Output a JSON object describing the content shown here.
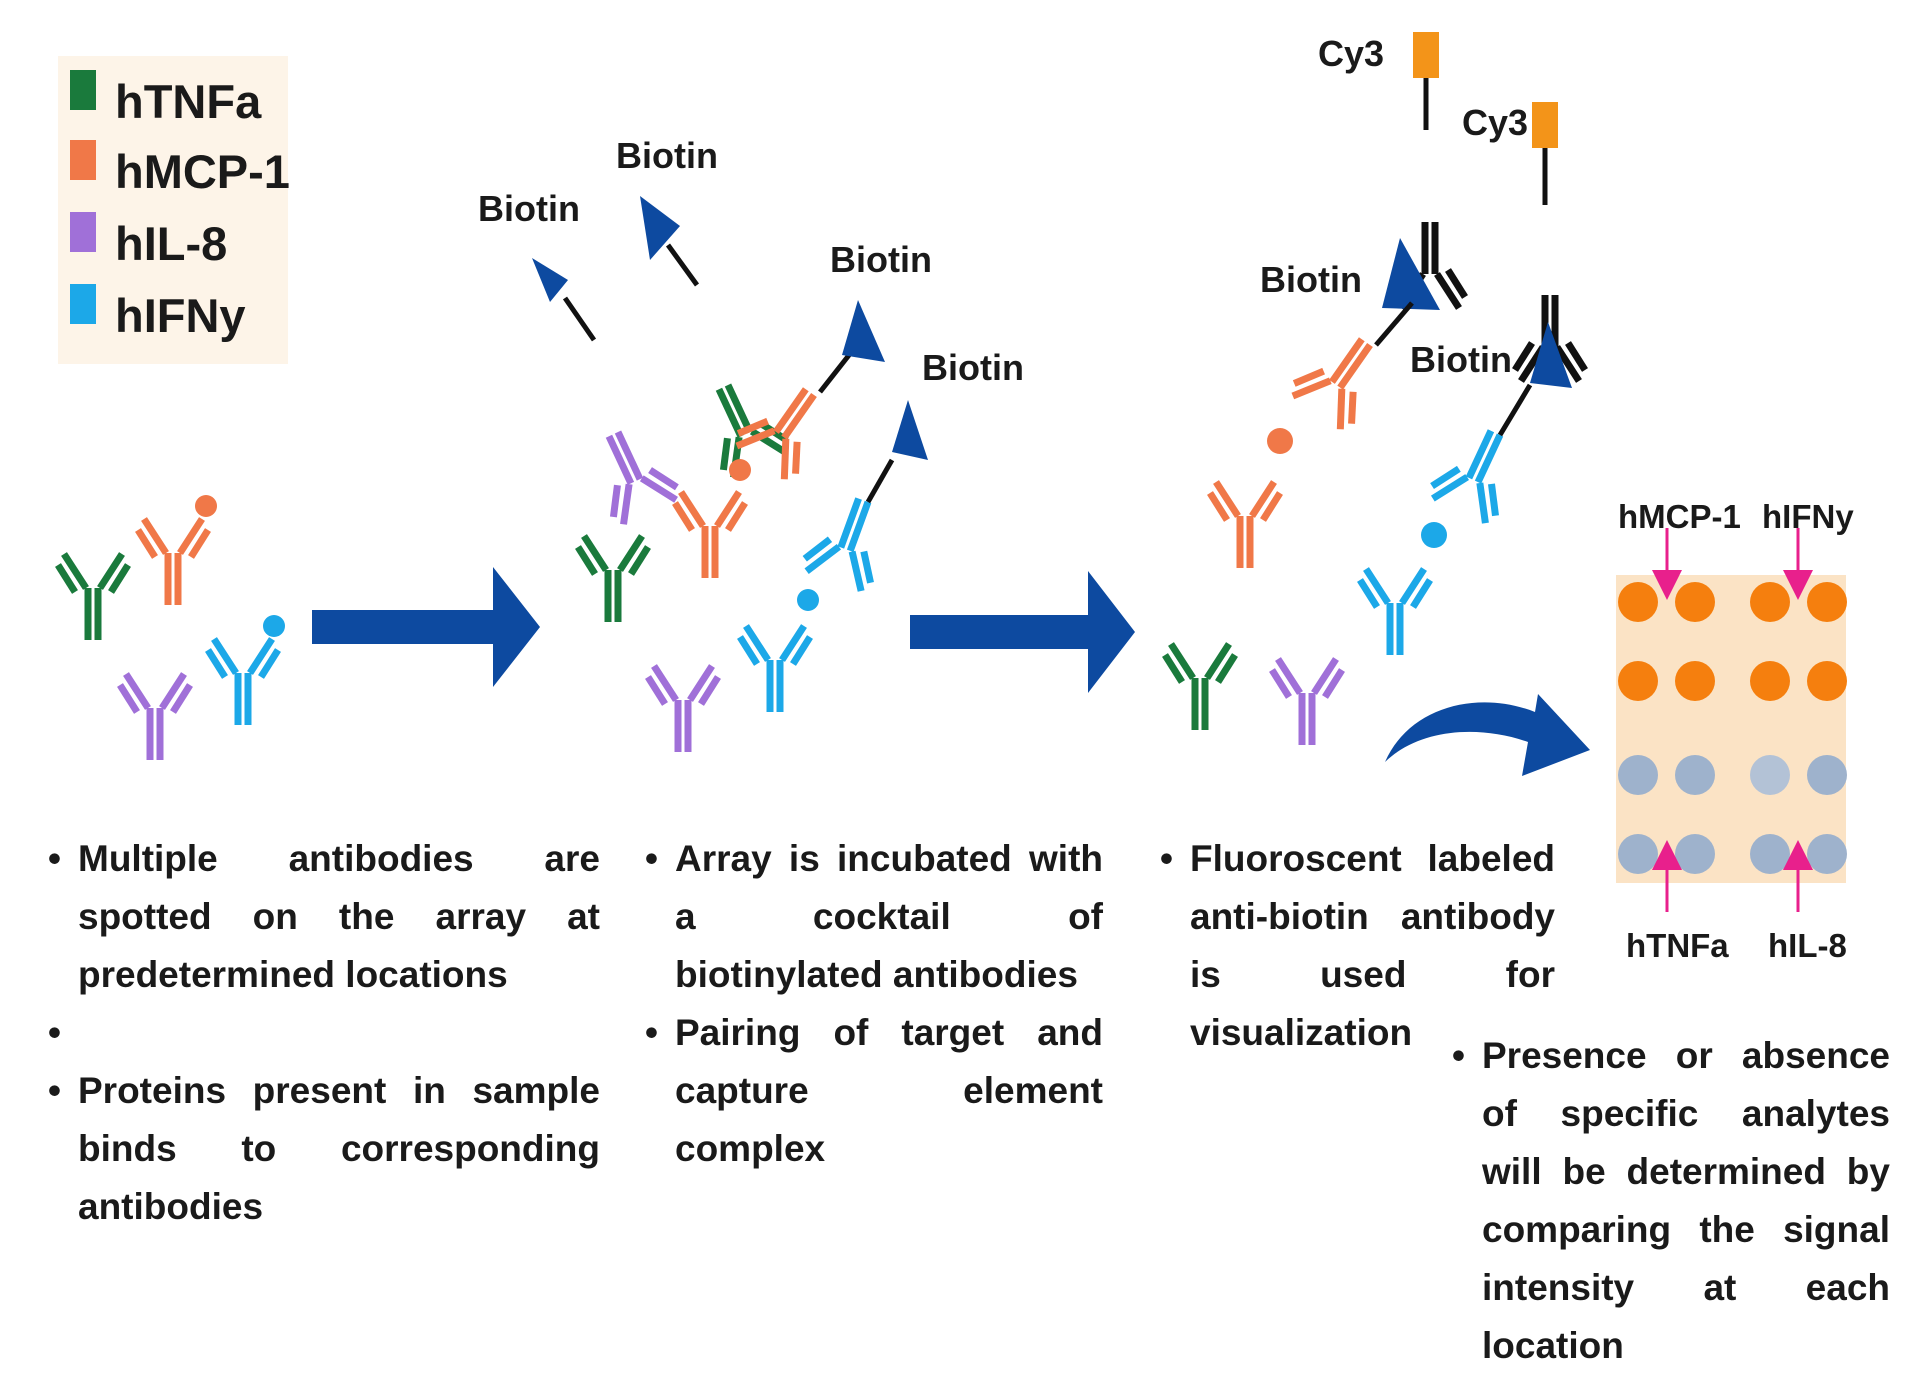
{
  "legend": [
    {
      "label": "hTNFa",
      "color": "#1a7a3c"
    },
    {
      "label": "hMCP-1",
      "color": "#f07848"
    },
    {
      "label": "hIL-8",
      "color": "#a070d8"
    },
    {
      "label": "hIFNy",
      "color": "#1ca8e8"
    }
  ],
  "colors": {
    "legend_background": "#fdf4e8",
    "arrow": "#0d4aa0",
    "biotin_tag": "#0d4aa0",
    "cy3_tag": "#f39419",
    "secondary_antibody": "#111111",
    "array_background": "#fbe3c5",
    "spot_bright": "#f57f0e",
    "spot_dim": "#9eb2cc",
    "pointer": "#e8208c"
  },
  "tags": {
    "biotin": "Biotin",
    "cy3": "Cy3"
  },
  "array_labels": {
    "top_left": "hMCP-1",
    "top_right": "hIFNy",
    "bottom_left": "hTNFa",
    "bottom_right": "hIL-8"
  },
  "captions": {
    "step1": [
      "Multiple antibodies are spotted on the array at predetermined locations",
      "",
      "Proteins present in sample binds to corresponding antibodies"
    ],
    "step2": [
      "Array is incubated with a cocktail of biotinylated antibodies",
      "Pairing of target and capture element complex"
    ],
    "step3": [
      "Fluoroscent labeled anti-biotin antibody is used for visualization"
    ],
    "step4": [
      "Presence or absence of specific analytes will be determined by comparing the signal intensity at each location"
    ]
  }
}
